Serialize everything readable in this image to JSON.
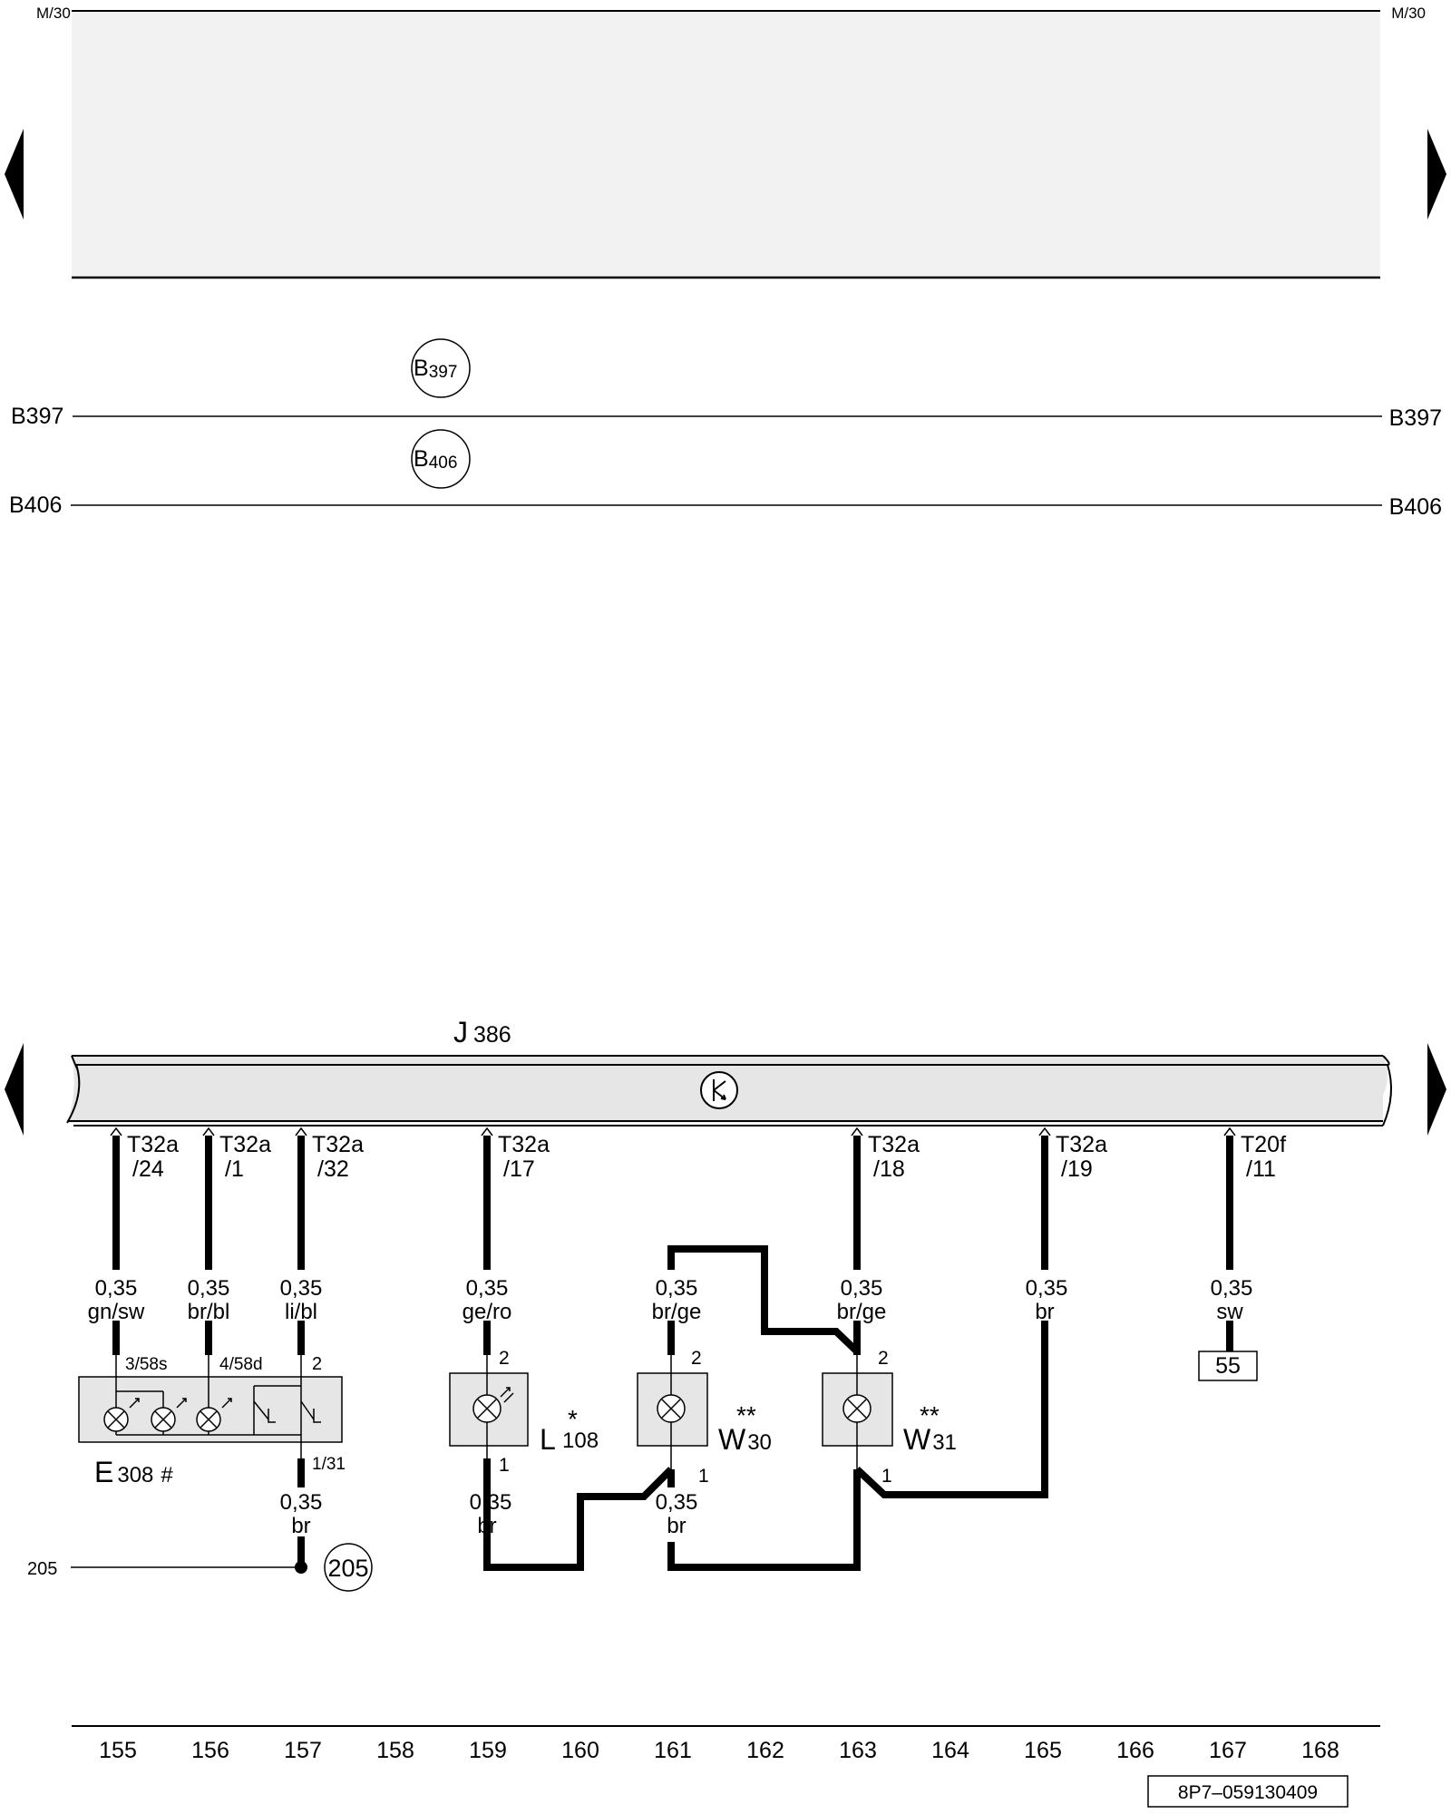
{
  "margin_labels": {
    "top_left": "M/30",
    "top_right": "M/30"
  },
  "buses": [
    {
      "name": "B397",
      "left_label": "B397",
      "right_label": "B397",
      "badge_main": "B",
      "badge_sub": "397"
    },
    {
      "name": "B406",
      "left_label": "B406",
      "right_label": "B406",
      "badge_main": "B",
      "badge_sub": "406"
    }
  ],
  "control_unit": {
    "name": "J",
    "sub": "386"
  },
  "pins": [
    {
      "col": 155,
      "line1": "T32a",
      "line2": "/24",
      "gauge": "0,35",
      "color": "gn/sw"
    },
    {
      "col": 156,
      "line1": "T32a",
      "line2": "/1",
      "gauge": "0,35",
      "color": "br/bl"
    },
    {
      "col": 157,
      "line1": "T32a",
      "line2": "/32",
      "gauge": "0,35",
      "color": "li/bl"
    },
    {
      "col": 159,
      "line1": "T32a",
      "line2": "/17",
      "gauge": "0,35",
      "color": "ge/ro"
    },
    {
      "col": 163,
      "line1": "T32a",
      "line2": "/18",
      "gauge": "0,35",
      "color": "br/ge"
    },
    {
      "col": 165,
      "line1": "T32a",
      "line2": "/19",
      "gauge": "0,35",
      "color": "br"
    },
    {
      "col": 167,
      "line1": "T20f",
      "line2": "/11",
      "gauge": "0,35",
      "color": "sw"
    }
  ],
  "extra_wire": {
    "gauge": "0,35",
    "color": "br/ge"
  },
  "components": {
    "e308": {
      "name": "E",
      "sub": "308",
      "mark": "#",
      "pin_a": "3/58s",
      "pin_b": "4/58d",
      "pin_c": "2",
      "pin_out": "1/31",
      "out_gauge": "0,35",
      "out_color": "br"
    },
    "l108": {
      "name": "L",
      "sub": "108",
      "mark": "*",
      "pin_top": "2",
      "pin_bottom": "1",
      "out_gauge": "0,35",
      "out_color": "br"
    },
    "w30": {
      "name": "W",
      "sub": "30",
      "mark": "**",
      "pin_top": "2",
      "pin_bottom": "1",
      "out_gauge": "0,35",
      "out_color": "br"
    },
    "w31": {
      "name": "W",
      "sub": "31",
      "mark": "**",
      "pin_top": "2",
      "pin_bottom": "1"
    }
  },
  "terminal_55": "55",
  "ground": {
    "line_label": "205",
    "badge": "205"
  },
  "columns": [
    "155",
    "156",
    "157",
    "158",
    "159",
    "160",
    "161",
    "162",
    "163",
    "164",
    "165",
    "166",
    "167",
    "168"
  ],
  "doc_code": "8P7–059130409",
  "colors": {
    "shade": "#f2f2f2",
    "box_fill": "#e6e6e6",
    "ink": "#000000"
  }
}
